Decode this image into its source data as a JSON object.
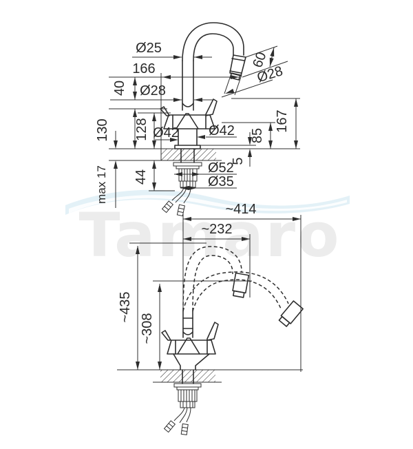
{
  "watermark": {
    "text": "Tamaro"
  },
  "colors": {
    "line": "#2d2d2d",
    "watermark_text": "#ececec",
    "watermark_wave": "#dcedf5"
  },
  "installed_view": {
    "labels": {
      "spout_dia": "Ø25",
      "reach": "166",
      "outlet_drop": "40",
      "riser_dia": "Ø28",
      "height_handle": "130",
      "height_body": "128",
      "body_dia_left": "Ø42",
      "body_dia_right": "Ø42",
      "head_length": "60",
      "head_dia": "Ø28",
      "outlet_height": "167",
      "body_height": "85",
      "base_plate": "5",
      "flange_dia": "Ø52",
      "shank_dia": "Ø35",
      "shank_length": "44",
      "deck_thickness": "max 17"
    }
  },
  "overall_view": {
    "labels": {
      "total_width": "~414",
      "hose_reach": "~232",
      "total_height": "~435",
      "lowered_height": "~308"
    }
  }
}
